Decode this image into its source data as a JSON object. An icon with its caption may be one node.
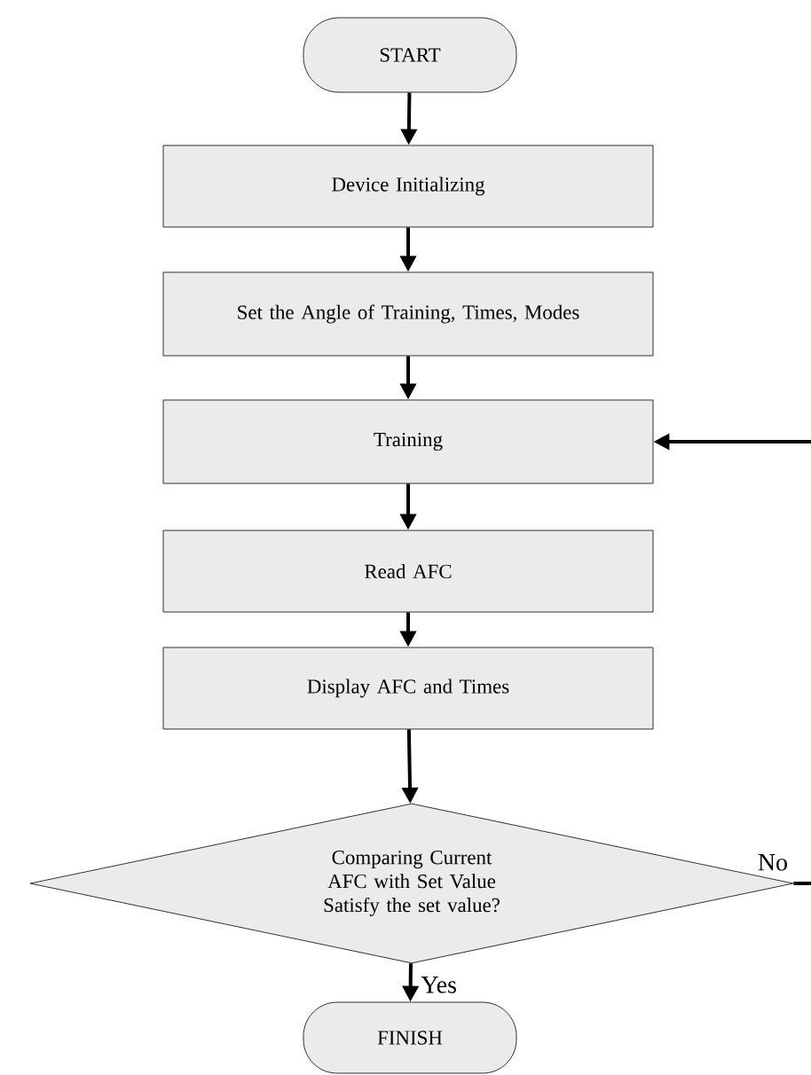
{
  "diagram": {
    "nodes": [
      {
        "text": [
          "START"
        ]
      },
      {
        "text": [
          "Device Initializing"
        ]
      },
      {
        "text": [
          "Set the Angle of Training, Times, Modes"
        ]
      },
      {
        "text": [
          "Training"
        ]
      },
      {
        "text": [
          "Read AFC"
        ]
      },
      {
        "text": [
          "Display AFC and Times"
        ]
      },
      {
        "text": [
          "Comparing Current AFC with Set Value Satisfy the set value?"
        ]
      },
      {
        "text": [
          "FINISH"
        ]
      }
    ],
    "edges": [
      {
        "from": 0,
        "to": 1,
        "arrow": "to"
      },
      {
        "from": 1,
        "to": 2,
        "arrow": "to"
      },
      {
        "from": 2,
        "to": 3,
        "arrow": "to"
      },
      {
        "from": 3,
        "to": 4,
        "arrow": "to"
      },
      {
        "from": 4,
        "to": 5,
        "arrow": "to"
      },
      {
        "from": 5,
        "to": 6,
        "arrow": "to"
      },
      {
        "from": 6,
        "to": 7,
        "arrow": "to",
        "label": "Yes"
      },
      {
        "from": 6,
        "to": null,
        "arrow": "none",
        "label": "No"
      },
      {
        "from": null,
        "to": 3,
        "arrow": "to"
      }
    ]
  }
}
